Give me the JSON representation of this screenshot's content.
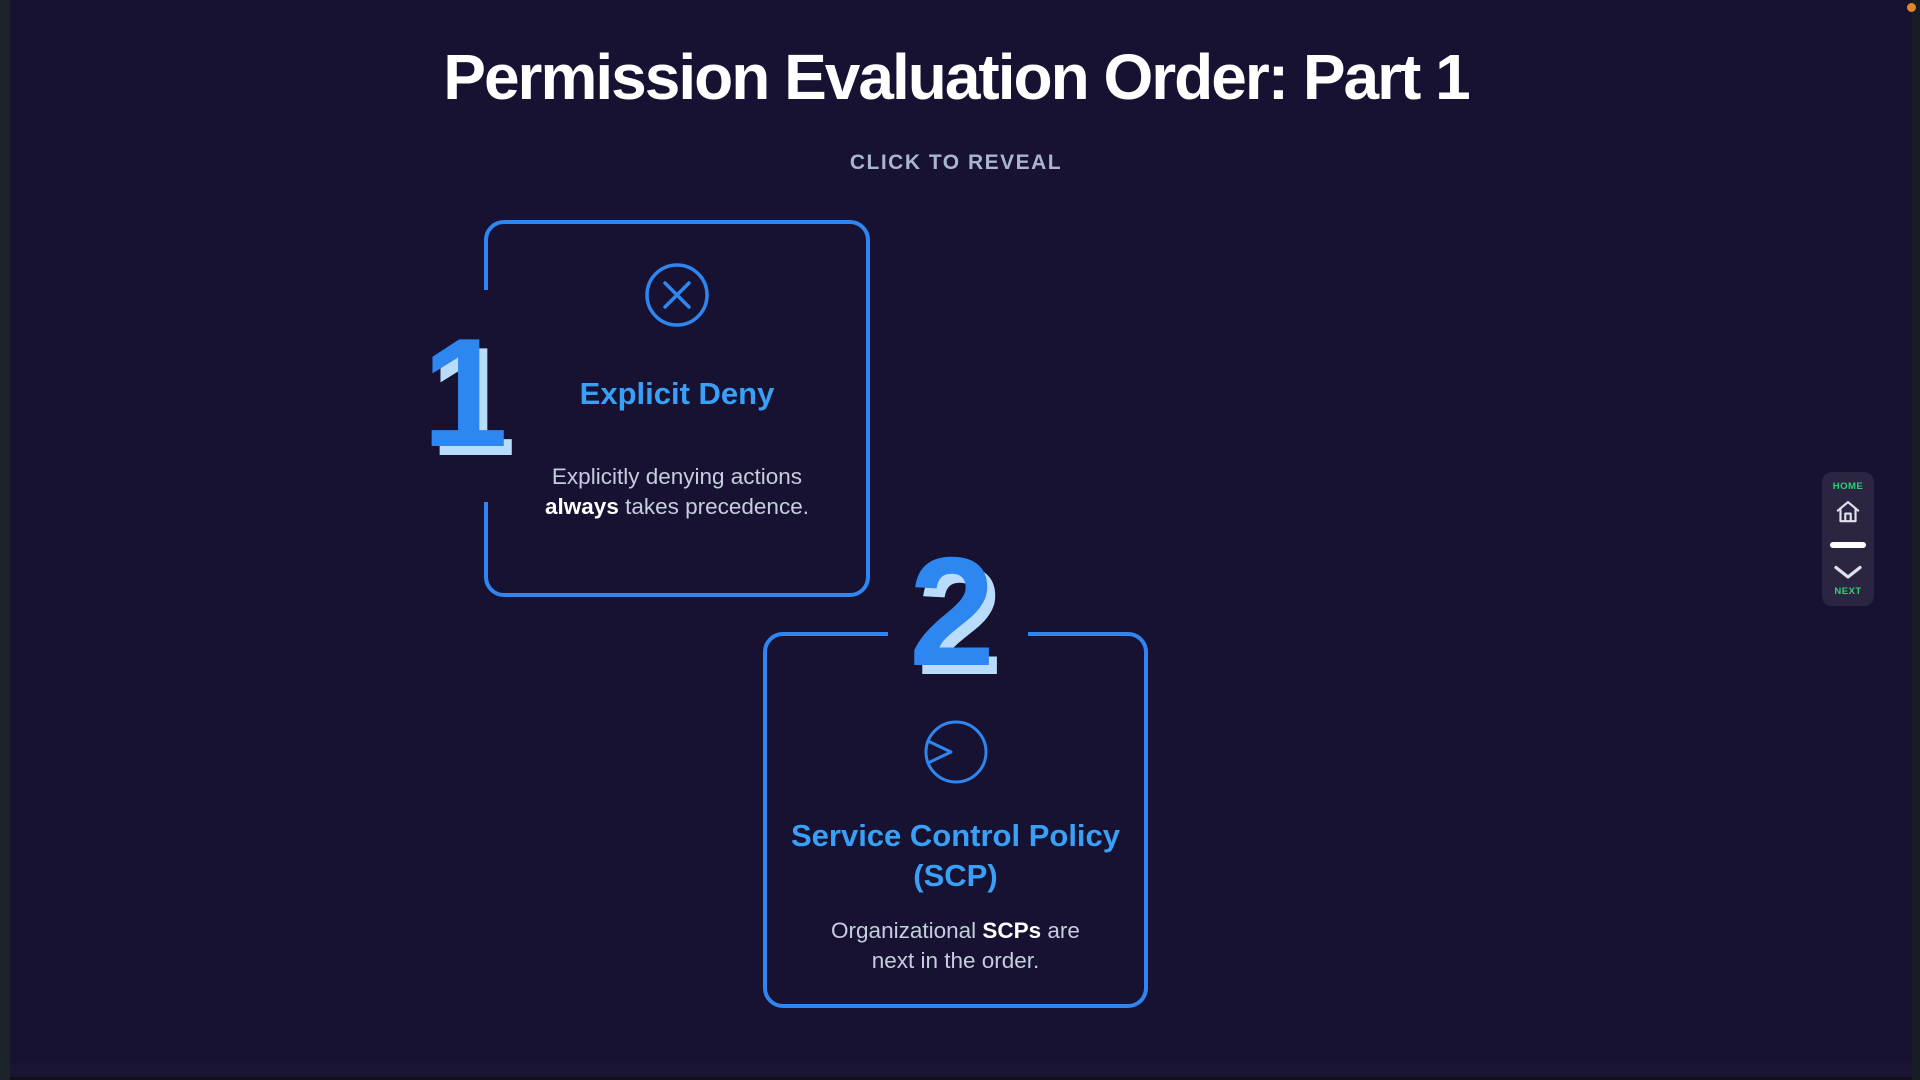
{
  "page": {
    "title": "Permission Evaluation Order: Part 1",
    "subtitle": "CLICK TO REVEAL"
  },
  "cards": [
    {
      "number": "1",
      "icon": "x-circle-icon",
      "heading": "Explicit Deny",
      "body": {
        "prefix": "Explicitly denying actions ",
        "bold": "always",
        "suffix": " takes precedence."
      }
    },
    {
      "number": "2",
      "icon": "pie-pointer-icon",
      "heading": "Service Control Policy (SCP)",
      "body": {
        "prefix": "Organizational ",
        "bold": "SCPs",
        "suffix": " are next in the order."
      }
    }
  ],
  "nav": {
    "home_label": "HOME",
    "next_label": "NEXT",
    "home_icon": "home-icon",
    "next_icon": "chevron-down-icon"
  },
  "colors": {
    "background": "#171231",
    "card_border": "#2f86f0",
    "heading_blue": "#38a0f6",
    "number_blue": "#2e87f1",
    "number_highlight": "#b9dcfa",
    "body_text": "#c5cdde",
    "bold_text": "#ffffff",
    "subtitle_text": "#a9b4cf",
    "nav_green": "#2bd173",
    "nav_background": "#2b2542",
    "indicator_orange": "#e2882b"
  }
}
